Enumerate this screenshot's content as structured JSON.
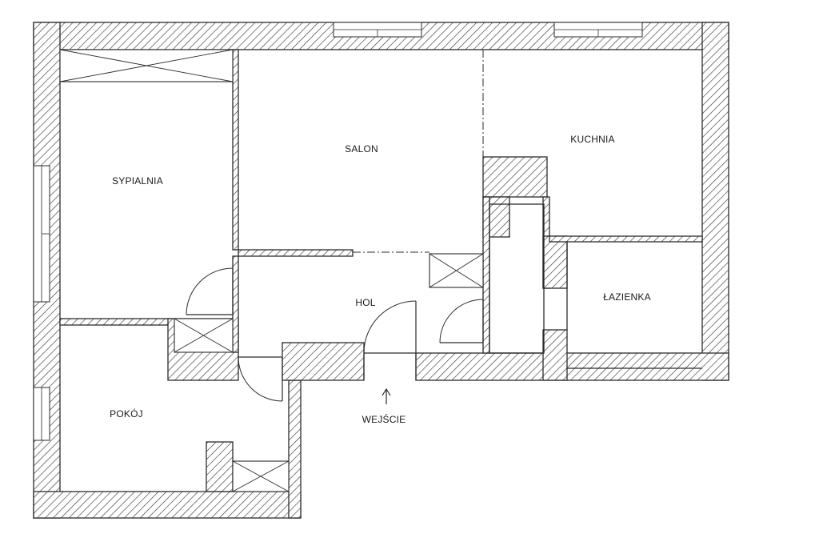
{
  "floor_plan": {
    "rooms": {
      "bedroom": "SYPIALNIA",
      "living_room": "SALON",
      "kitchen": "KUCHNIA",
      "hall": "HOL",
      "bathroom": "ŁAZIENKA",
      "room": "POKÓJ"
    },
    "entrance_label": "WEJŚCIE"
  }
}
